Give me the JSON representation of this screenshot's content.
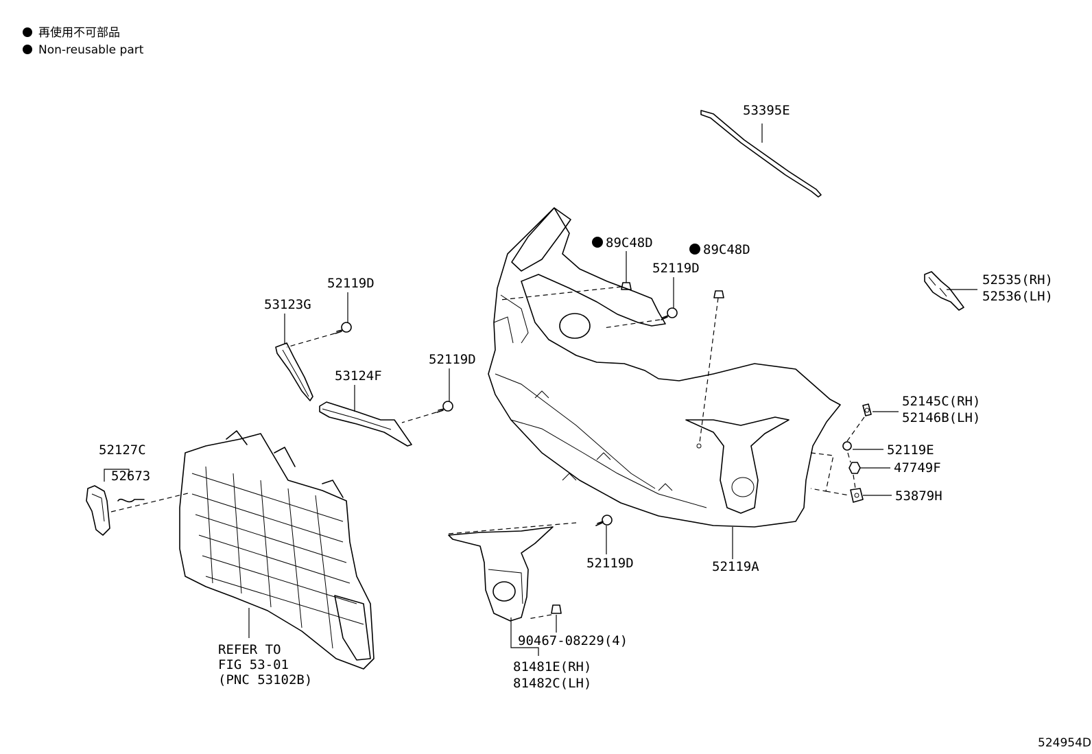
{
  "legend": {
    "jp": "再使用不可部品",
    "en": "Non-reusable part"
  },
  "labels": {
    "p53395E": "53395E",
    "p89C48D_a": "89C48D",
    "p89C48D_b": "89C48D",
    "p52119D_top": "52119D",
    "p52119D_left": "52119D",
    "p53123G": "53123G",
    "p53124F": "53124F",
    "p52119D_mid": "52119D",
    "p52535": "52535(RH)",
    "p52536": "52536(LH)",
    "p52145C": "52145C(RH)",
    "p52146B": "52146B(LH)",
    "p52119E": "52119E",
    "p47749F": "47749F",
    "p53879H": "53879H",
    "p52127C": "52127C",
    "p52673": "52673",
    "p52119D_bottom": "52119D",
    "p52119A": "52119A",
    "p90467": "90467-08229(4)",
    "p81481E": "81481E(RH)",
    "p81482C": "81482C(LH)",
    "refer1": "REFER TO",
    "refer2": "FIG 53-01",
    "refer3": "(PNC 53102B)"
  },
  "figure_code": "524954D"
}
